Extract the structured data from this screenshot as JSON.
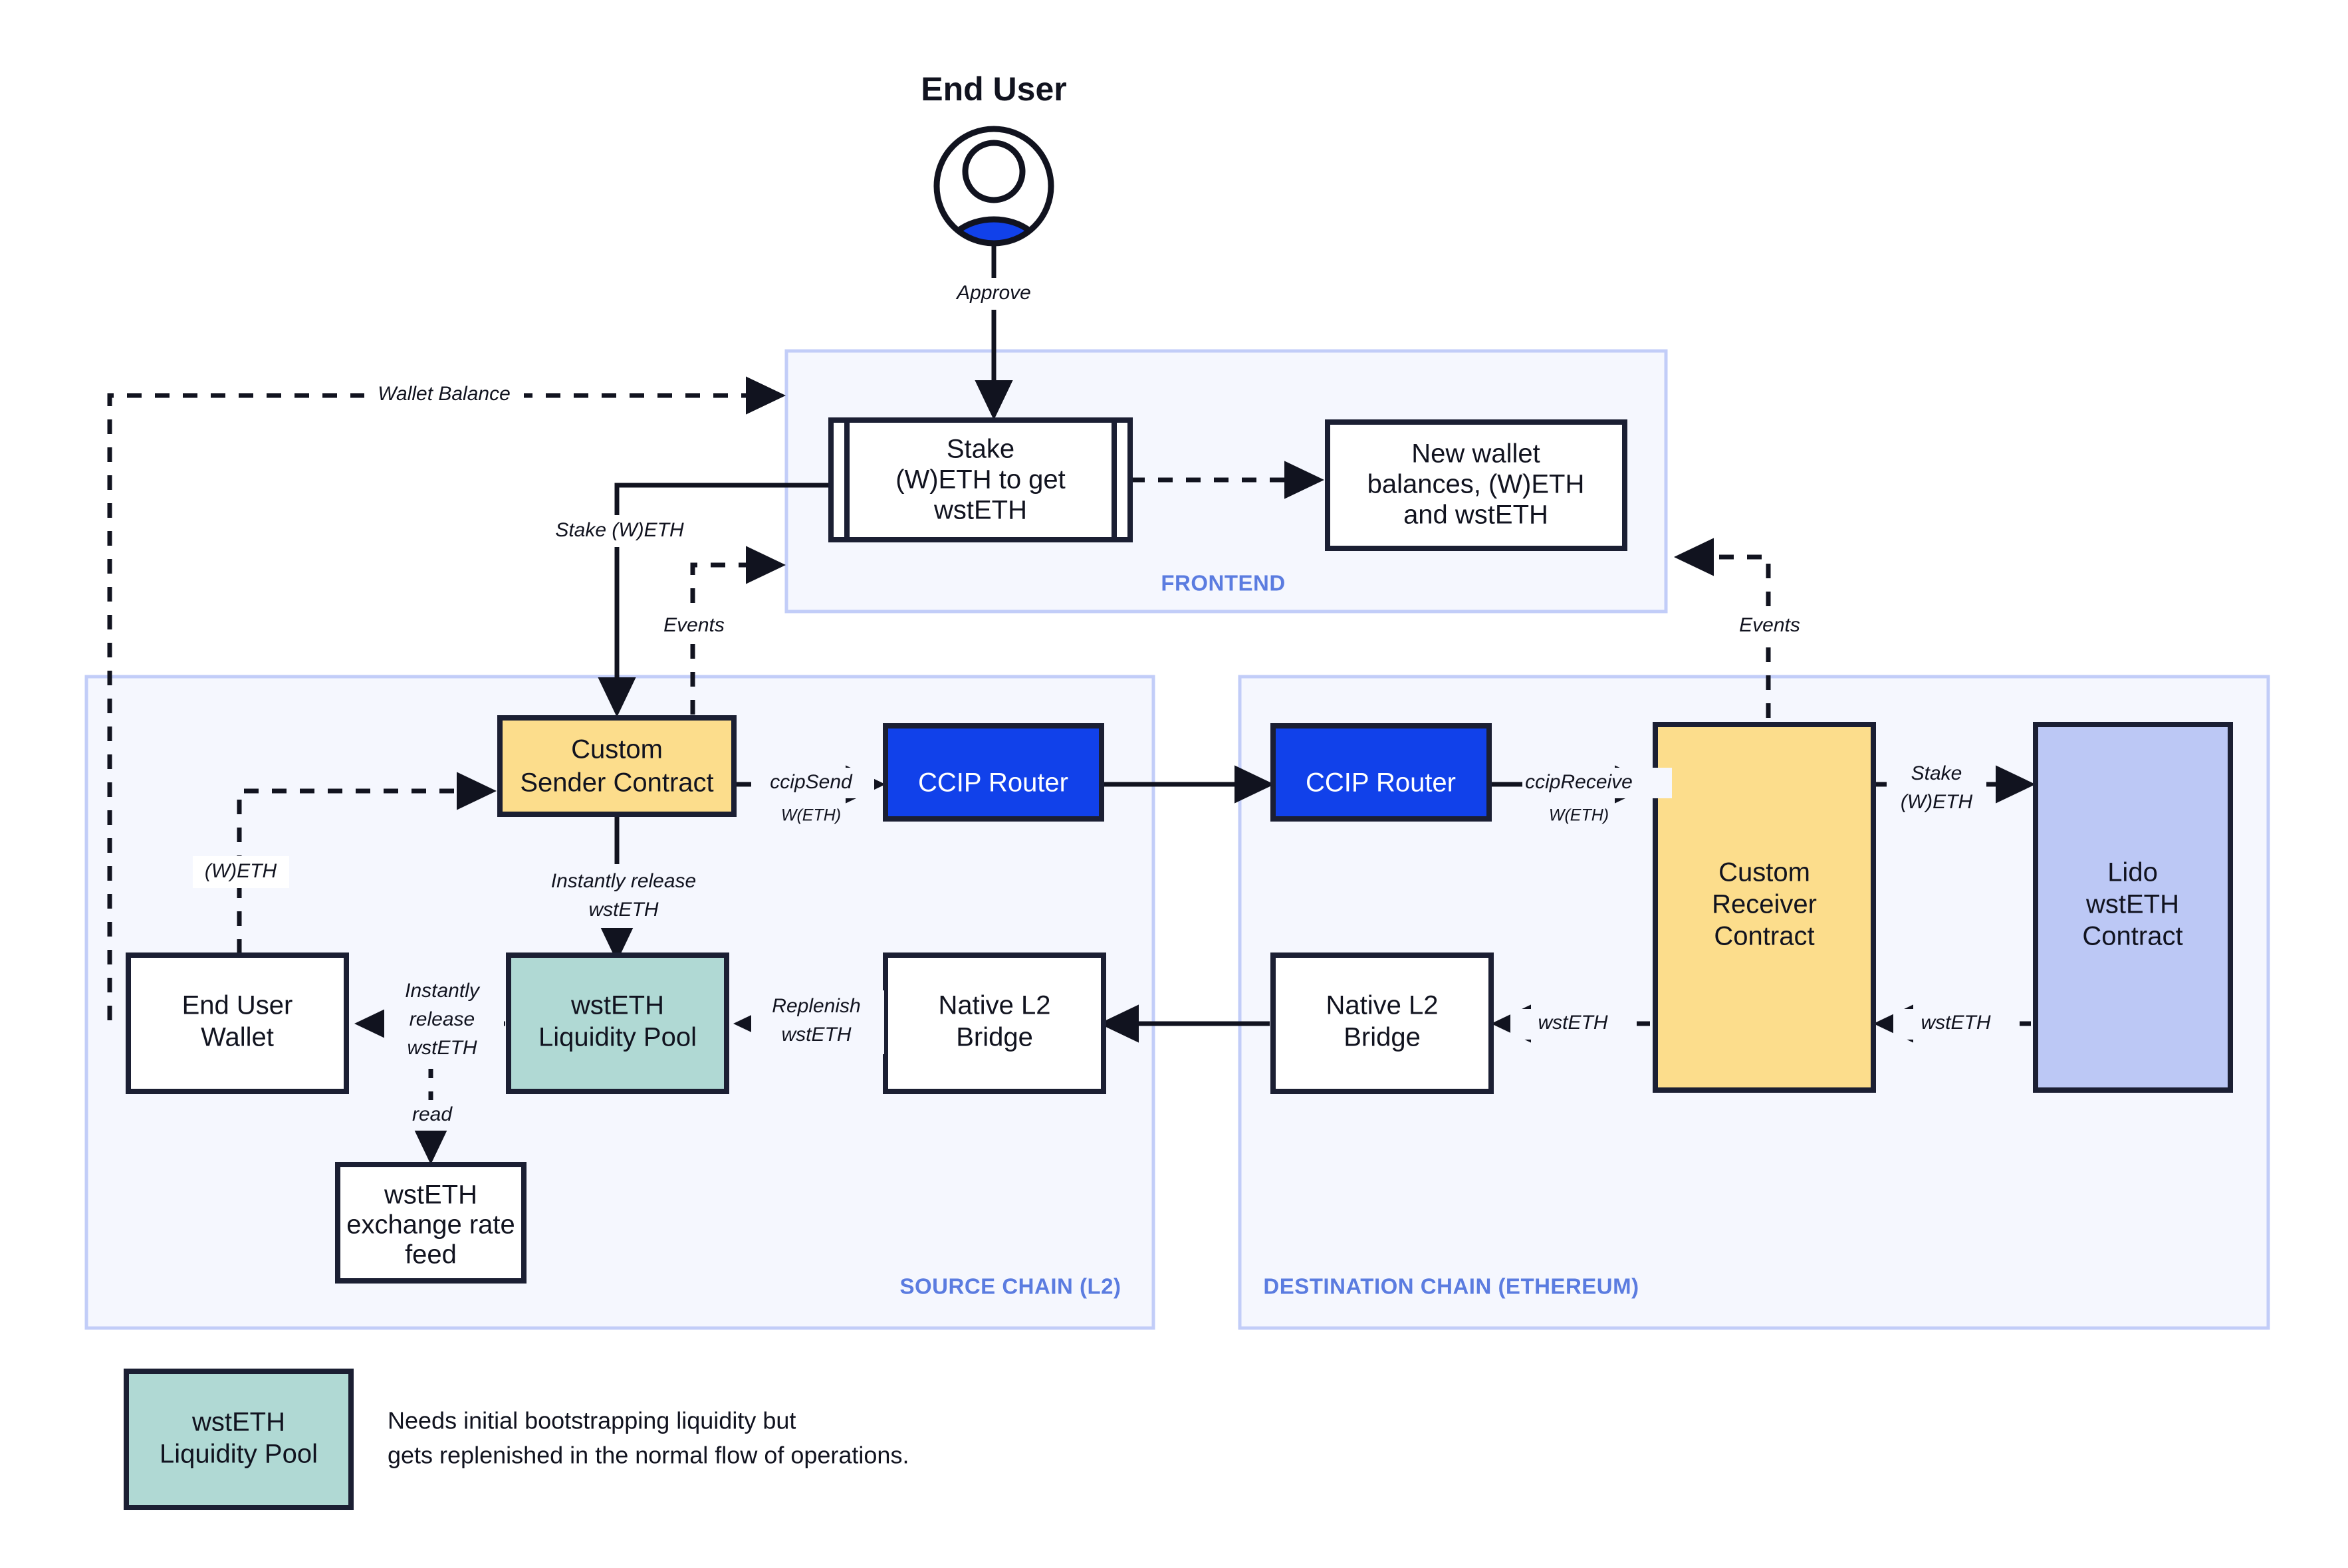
{
  "actor": {
    "title": "End User",
    "icon": "user-avatar-icon"
  },
  "zones": [
    {
      "id": "frontend",
      "label": "FRONTEND"
    },
    {
      "id": "source",
      "label": "SOURCE CHAIN (L2)"
    },
    {
      "id": "destination",
      "label": "DESTINATION CHAIN (ETHEREUM)"
    }
  ],
  "nodes": {
    "stake_form": {
      "line1": "Stake",
      "line2": "(W)ETH to get",
      "line3": "wstETH"
    },
    "new_balances": {
      "line1": "New wallet",
      "line2": "balances, (W)ETH",
      "line3": "and wstETH"
    },
    "sender": {
      "line1": "Custom",
      "line2": "Sender Contract"
    },
    "router_src": {
      "line1": "CCIP Router"
    },
    "router_dst": {
      "line1": "CCIP Router"
    },
    "receiver": {
      "line1": "Custom",
      "line2": "Receiver",
      "line3": "Contract"
    },
    "lido": {
      "line1": "Lido",
      "line2": "wstETH",
      "line3": "Contract"
    },
    "wallet": {
      "line1": "End User",
      "line2": "Wallet"
    },
    "pool": {
      "line1": "wstETH",
      "line2": "Liquidity Pool"
    },
    "bridge_src": {
      "line1": "Native L2",
      "line2": "Bridge"
    },
    "bridge_dst": {
      "line1": "Native L2",
      "line2": "Bridge"
    },
    "rate_feed": {
      "line1": "wstETH",
      "line2": "exchange rate",
      "line3": "feed"
    }
  },
  "edge_labels": {
    "approve": "Approve",
    "wallet_balance": "Wallet Balance",
    "stake_weth": "Stake (W)ETH",
    "events_left": "Events",
    "events_right": "Events",
    "weth": "(W)ETH",
    "ccip_send": "ccipSend",
    "ccip_send_sub": "W(ETH)",
    "ccip_receive": "ccipReceive",
    "ccip_receive_sub": "W(ETH)",
    "stake_weth_dst_l1": "Stake",
    "stake_weth_dst_l2": "(W)ETH",
    "instantly_release_1": "Instantly release",
    "instantly_release_2": "wstETH",
    "instantly_release_w1": "Instantly",
    "instantly_release_w2": "release",
    "instantly_release_w3": "wstETH",
    "replenish_1": "Replenish",
    "replenish_2": "wstETH",
    "wsteth_mid": "wstETH",
    "wsteth_right": "wstETH",
    "read": "read"
  },
  "legend": {
    "swatch": {
      "line1": "wstETH",
      "line2": "Liquidity Pool"
    },
    "note_line1": "Needs initial bootstrapping liquidity but",
    "note_line2": "gets replenished in the normal flow of operations."
  },
  "colors": {
    "zone_fill": "#f5f7fe",
    "zone_stroke": "#c2cdf8",
    "zone_label": "#5b7ce0",
    "yellow": "#fcdd8c",
    "teal": "#b0d9d4",
    "periwinkle": "#bcc8f5",
    "blue": "#1141ea",
    "stroke": "#1b1f33",
    "white": "#ffffff",
    "avatar_blue": "#1141ea"
  }
}
